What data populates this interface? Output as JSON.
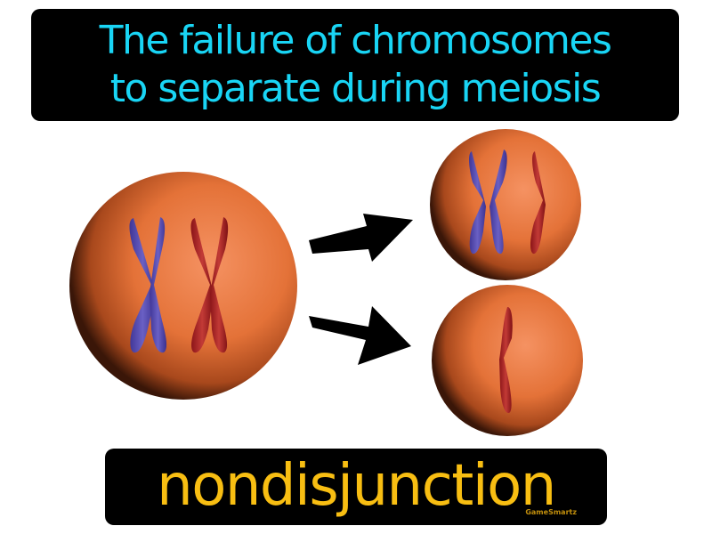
{
  "definition": {
    "line1": "The failure of chromosomes",
    "line2": "to separate during meiosis"
  },
  "term": "nondisjunction",
  "credit": "GameSmartz",
  "colors": {
    "definition_text": "#19d5f5",
    "term_text": "#f8be12",
    "cell": "#e8763d",
    "chromosome_blue": "#5a4fb0",
    "chromosome_red": "#b3262a",
    "arrow": "#000000"
  },
  "diagram": {
    "parent_cell": {
      "chromosomes": [
        "blue-pair",
        "red-pair"
      ]
    },
    "daughter_cells": [
      {
        "position": "top",
        "chromosomes": [
          "blue-pair",
          "red-single"
        ]
      },
      {
        "position": "bottom",
        "chromosomes": [
          "red-single"
        ]
      }
    ]
  }
}
